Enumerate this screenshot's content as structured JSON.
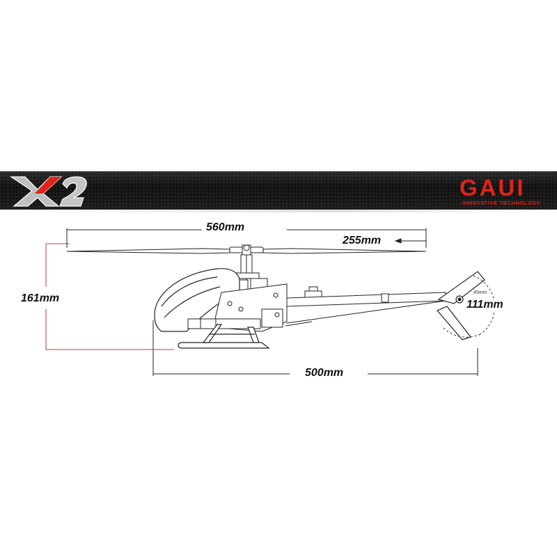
{
  "header": {
    "model_logo": "X2",
    "brand": "GAUI",
    "tagline": "INNOVATIVE TECHNOLOGY"
  },
  "dimensions": {
    "rotor_span": "560mm",
    "rotor_blade": "255mm",
    "height": "161mm",
    "length": "500mm",
    "tail_rotor": "111mm",
    "tail_offset": "45mm"
  },
  "colors": {
    "brand_red": "#e2231a",
    "banner_dark": "#1a1a1a",
    "line": "#222222"
  }
}
